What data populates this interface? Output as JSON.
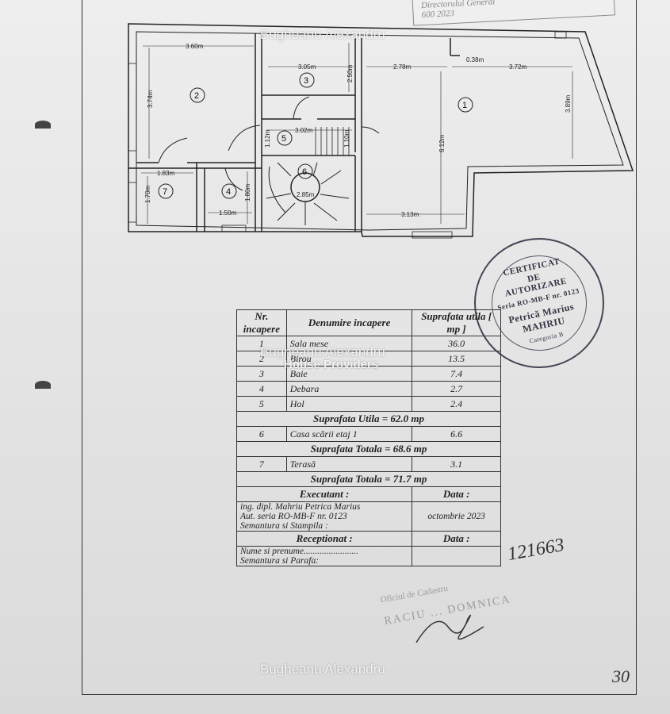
{
  "header_note": {
    "line1": "Directorului General",
    "line2": "600 2023"
  },
  "watermarks": {
    "top": "Bugheanu Alexandru",
    "middle": "Bugheanu Alexandru",
    "brand": "House Providers",
    "bottom": "Bugheanu Alexandru"
  },
  "plan": {
    "dimensions": {
      "d_360": "3.60m",
      "d_305": "3.05m",
      "d_278": "2.78m",
      "d_038": "0.38m",
      "d_372": "3.72m",
      "d_374": "3.74m",
      "d_250": "2.50m",
      "d_302": "3.02m",
      "d_612": "6.12m",
      "d_389": "3.89m",
      "d_112": "1.12m",
      "d_110": "1.10m",
      "d_183": "1.83m",
      "d_170": "1.70m",
      "d_180": "1.80m",
      "d_150": "1.50m",
      "d_285": "2.85m",
      "d_313": "3.13m"
    },
    "room_numbers": {
      "r1": "1",
      "r2": "2",
      "r3": "3",
      "r4": "4",
      "r5": "5",
      "r6": "6",
      "r7": "7"
    }
  },
  "table": {
    "headers": {
      "nr": "Nr. incapere",
      "name": "Denumire incapere",
      "area": "Suprafata utila [ mp ]"
    },
    "rows": [
      {
        "nr": "1",
        "name": "Sala mese",
        "area": "36.0"
      },
      {
        "nr": "2",
        "name": "Birou",
        "area": "13.5"
      },
      {
        "nr": "3",
        "name": "Baie",
        "area": "7.4"
      },
      {
        "nr": "4",
        "name": "Debara",
        "area": "2.7"
      },
      {
        "nr": "5",
        "name": "Hol",
        "area": "2.4"
      }
    ],
    "sum_utila": "Suprafata Utila = 62.0 mp",
    "stair_row": {
      "nr": "6",
      "name": "Casa scării etaj 1",
      "area": "6.6"
    },
    "sum_totala1": "Suprafata Totala = 68.6 mp",
    "terrace_row": {
      "nr": "7",
      "name": "Terasă",
      "area": "3.1"
    },
    "sum_totala2": "Suprafata Totala = 71.7 mp",
    "executant_label": "Executant :",
    "data_label": "Data :",
    "executant_name": "ing. dipl. Mahriu Petrica Marius",
    "executant_aut": "Aut. seria RO-MB-F nr. 0123",
    "executant_sign": "Semantura si Stampila :",
    "date_value": "octombrie 2023",
    "receptionat_label": "Receptionat :",
    "rec_data_label": "Data :",
    "rec_name": "Nume si prenume........................",
    "rec_sign": "Semantura si Parafa:"
  },
  "stamp": {
    "line1": "CERTIFICAT",
    "line2": "DE",
    "line3": "AUTORIZARE",
    "line4": "Seria RO-MB-F nr. 0123",
    "line5": "Petrică Marius",
    "line6": "MAHRIU",
    "line7": "Categoria B"
  },
  "handwritten": {
    "number": "121663",
    "page": "30"
  },
  "faint_stamp": {
    "text1": "Oficiul de Cadastru",
    "text2": "RACIU ... DOMNICA"
  }
}
